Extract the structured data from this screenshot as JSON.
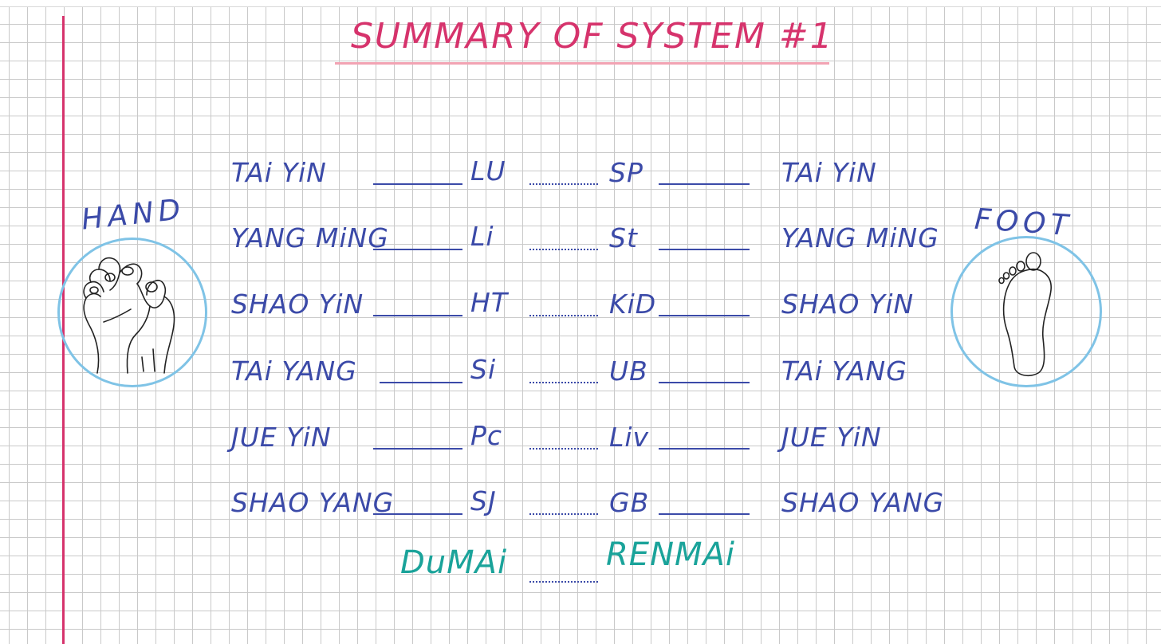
{
  "title": "SUMMARY OF SYSTEM #1",
  "hand_label": "HAND",
  "foot_label": "FOOT",
  "rows": [
    {
      "hand_channel": "TAi YiN",
      "hand_meridian": "LU",
      "foot_meridian": "SP",
      "foot_channel": "TAi YiN"
    },
    {
      "hand_channel": "YANG MiNG",
      "hand_meridian": "Li",
      "foot_meridian": "St",
      "foot_channel": "YANG MiNG"
    },
    {
      "hand_channel": "SHAO YiN",
      "hand_meridian": "HT",
      "foot_meridian": "KiD",
      "foot_channel": "SHAO YiN"
    },
    {
      "hand_channel": "TAi YANG",
      "hand_meridian": "Si",
      "foot_meridian": "UB",
      "foot_channel": "TAi YANG"
    },
    {
      "hand_channel": "JUE YiN",
      "hand_meridian": "Pc",
      "foot_meridian": "Liv",
      "foot_channel": "JUE YiN"
    },
    {
      "hand_channel": "SHAO YANG",
      "hand_meridian": "SJ",
      "foot_meridian": "GB",
      "foot_channel": "SHAO YANG"
    }
  ],
  "bottom": {
    "left": "DuMAi",
    "right": "RENMAi"
  },
  "colors": {
    "title": "#d6336c",
    "margin_line": "#d6336c",
    "ink": "#3b4aa8",
    "teal": "#1aa39a",
    "circle": "#7fc3e6",
    "grid": "#c9c9c9"
  },
  "icons": [
    "hand-icon",
    "foot-icon"
  ]
}
